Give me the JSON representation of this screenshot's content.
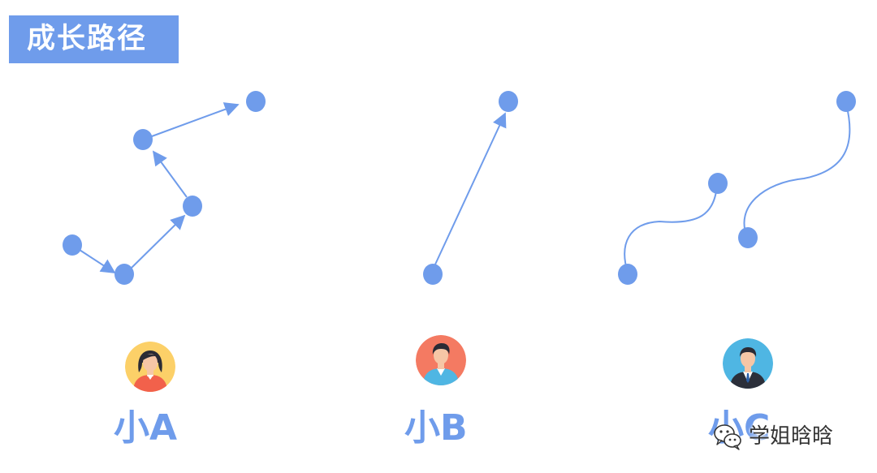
{
  "title": "成长路径",
  "people": [
    {
      "label": "小A",
      "avatar_icon": "woman-avatar-icon"
    },
    {
      "label": "小B",
      "avatar_icon": "man-avatar-icon"
    },
    {
      "label": "小C",
      "avatar_icon": "businessman-avatar-icon"
    }
  ],
  "watermark": {
    "text": "学姐晗晗",
    "icon": "wechat-icon"
  },
  "colors": {
    "accent": "#6f9ceb",
    "line": "#6f9ceb",
    "avatar_a_bg": "#fcd068",
    "avatar_b_bg": "#f47a62",
    "avatar_c_bg": "#4fb6e3"
  }
}
